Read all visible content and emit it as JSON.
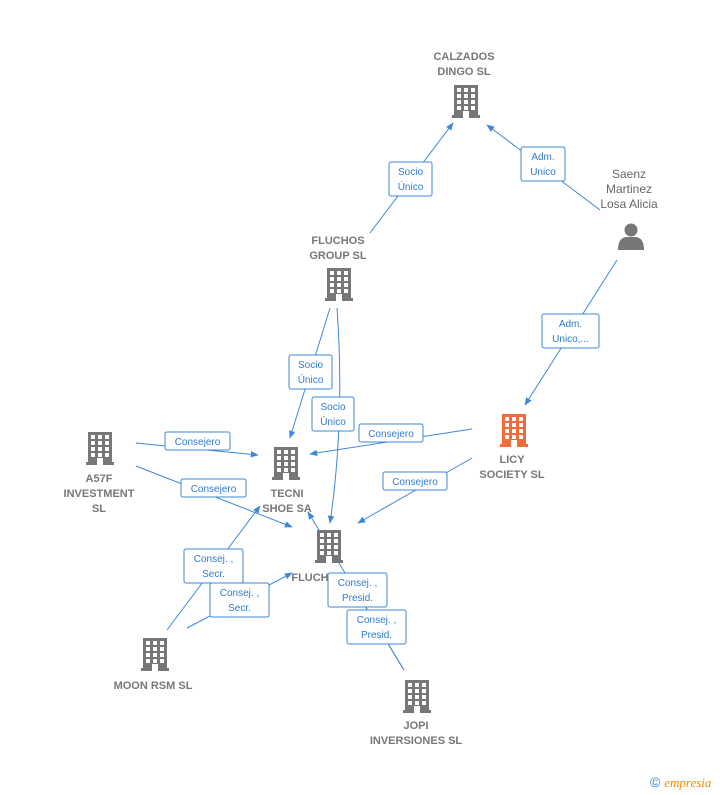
{
  "nodes": {
    "calzados": {
      "lines": [
        "CALZADOS",
        "DINGO  SL"
      ]
    },
    "fluchos_group": {
      "lines": [
        "FLUCHOS",
        "GROUP  SL"
      ]
    },
    "saenz": {
      "lines": [
        "Saenz",
        "Martinez",
        "Losa Alicia"
      ]
    },
    "licy": {
      "lines": [
        "LICY",
        "SOCIETY  SL"
      ]
    },
    "a57f": {
      "lines": [
        "A57F",
        "INVESTMENT",
        "SL"
      ]
    },
    "tecni": {
      "lines": [
        "TECNI",
        "SHOE SA"
      ]
    },
    "fluchos": {
      "lines": [
        "FLUCH"
      ]
    },
    "moon": {
      "lines": [
        "MOON RSM  SL"
      ]
    },
    "jopi": {
      "lines": [
        "JOPI",
        "INVERSIONES SL"
      ]
    }
  },
  "edges": {
    "fg_calzados": {
      "lines": [
        "Socio",
        "Único"
      ]
    },
    "saenz_calzados": {
      "lines": [
        "Adm.",
        "Unico"
      ]
    },
    "saenz_licy": {
      "lines": [
        "Adm.",
        "Unico,..."
      ]
    },
    "fg_tecni": {
      "lines": [
        "Socio",
        "Único"
      ]
    },
    "fg_fluchos": {
      "lines": [
        "Socio",
        "Único"
      ]
    },
    "a57f_tecni": {
      "lines": [
        "Consejero"
      ]
    },
    "licy_tecni": {
      "lines": [
        "Consejero"
      ]
    },
    "a57f_fluchos": {
      "lines": [
        "Consejero"
      ]
    },
    "licy_fluchos": {
      "lines": [
        "Consejero"
      ]
    },
    "moon_tecni": {
      "lines": [
        "Consej. ,",
        "Secr."
      ]
    },
    "moon_fluchos": {
      "lines": [
        "Consej. ,",
        "Secr."
      ]
    },
    "jopi_tecni": {
      "lines": [
        "Consej. ,",
        "Presid."
      ]
    },
    "jopi_fluchos": {
      "lines": [
        "Consej. ,",
        "Presid."
      ]
    }
  },
  "colors": {
    "edge": "#3f88d6",
    "building": "#777777",
    "main_building": "#f26b3a",
    "person": "#777777"
  },
  "icons": {
    "building": "building-icon",
    "person": "person-icon"
  },
  "footer": {
    "copyright": "©",
    "brand": "mpresia",
    "brand_initial": "e"
  }
}
